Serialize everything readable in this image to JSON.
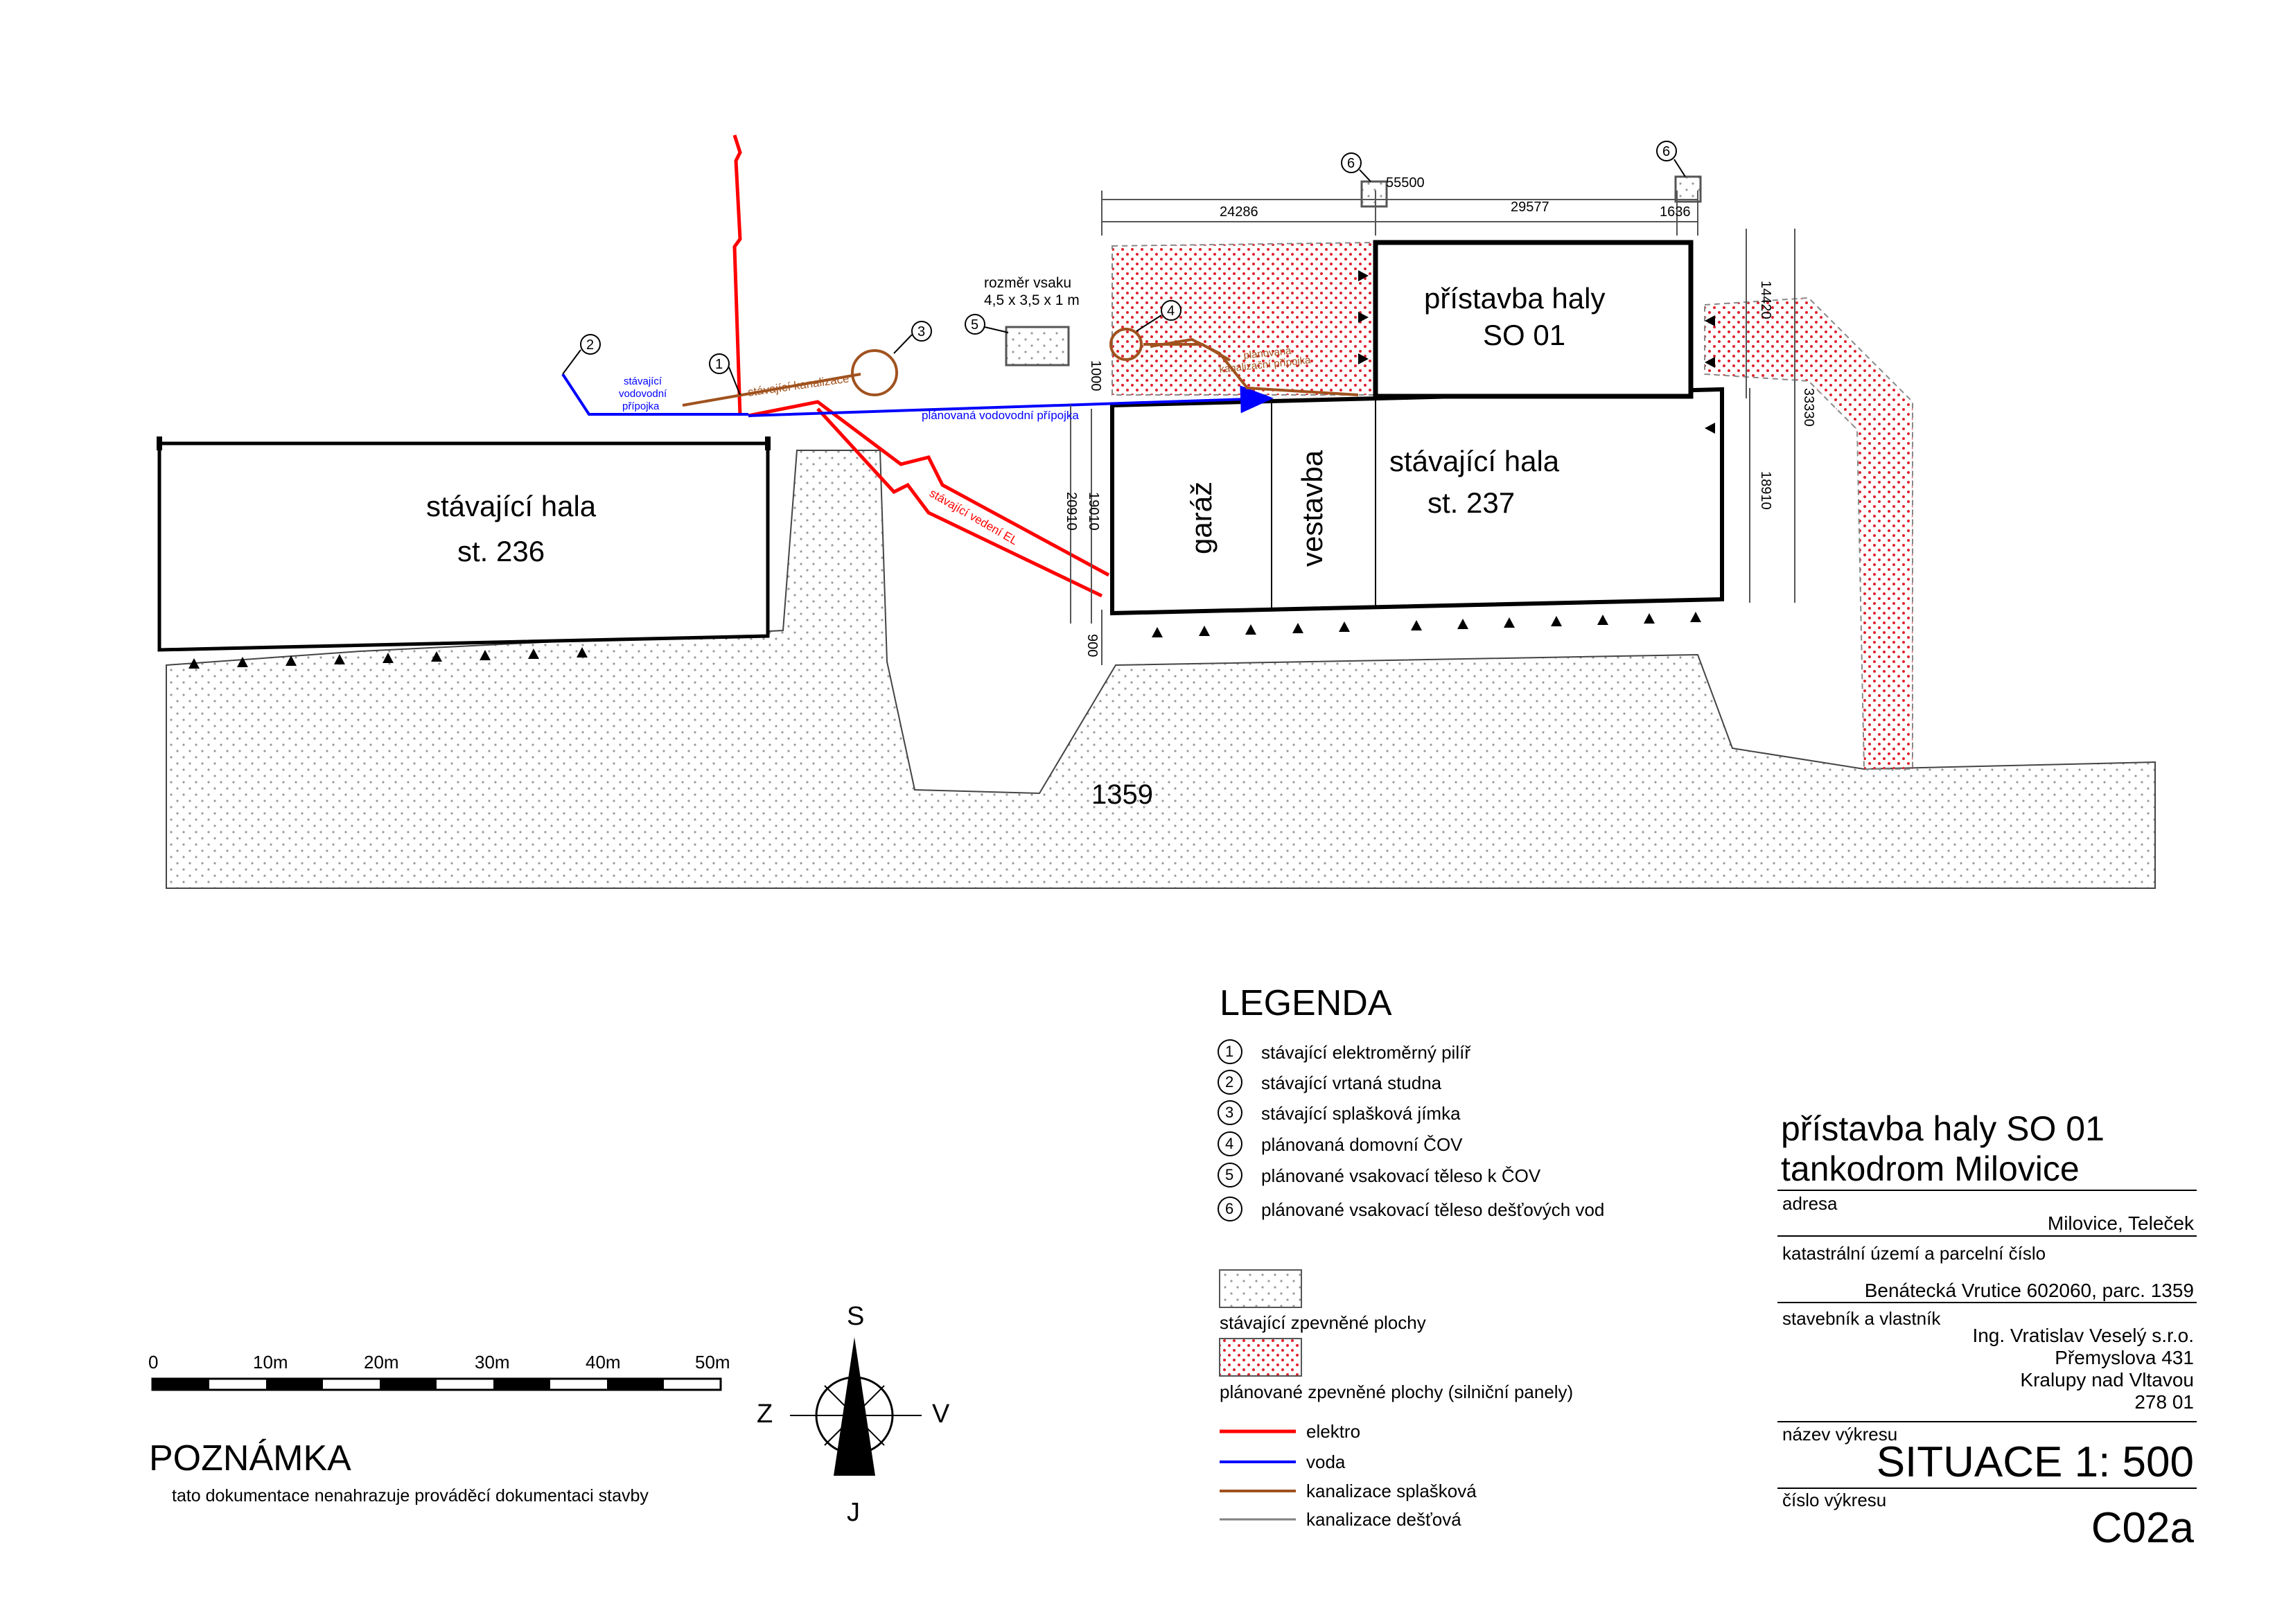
{
  "buildings": {
    "hala236": {
      "line1": "stávající hala",
      "line2": "st. 236"
    },
    "hala237": {
      "line1": "stávající hala",
      "line2": "st. 237"
    },
    "garaz": "garáž",
    "vestavba": "vestavba",
    "pristavba": {
      "line1": "přístavba haly",
      "line2": "SO 01"
    }
  },
  "parcel_number": "1359",
  "site_labels": {
    "rozmer_vsaku_1": "rozměr vsaku",
    "rozmer_vsaku_2": "4,5 x 3,5 x 1 m",
    "stavajici_kanalizace": "stávající kanalizace",
    "stavajici_vodovodni_1": "stávající",
    "stavajici_vodovodni_2": "vodovodní",
    "stavajici_vodovodni_3": "přípojka",
    "planovana_vodovodni": "plánovaná vodovodní přípojka",
    "planovana_kanalizacni_1": "plánovaná",
    "planovana_kanalizacni_2": "kanalizační přípojka",
    "stavajici_vedeni_el": "stávající vedení EL"
  },
  "markers": [
    "1",
    "2",
    "3",
    "4",
    "5",
    "6",
    "6"
  ],
  "dimensions": {
    "d55500": "55500",
    "d24286": "24286",
    "d29577": "29577",
    "d1636": "1636",
    "d14420": "14420",
    "d33330": "33330",
    "d18910_right": "18910",
    "d1000": "1000",
    "d20910": "20910",
    "d19010": "19010",
    "d900": "900"
  },
  "legend": {
    "title": "LEGENDA",
    "items": [
      {
        "num": "1",
        "text": "stávající elektroměrný pilíř"
      },
      {
        "num": "2",
        "text": "stávající vrtaná studna"
      },
      {
        "num": "3",
        "text": "stávající splašková jímka"
      },
      {
        "num": "4",
        "text": "plánovaná domovní ČOV"
      },
      {
        "num": "5",
        "text": "plánované vsakovací těleso k ČOV"
      },
      {
        "num": "6",
        "text": "plánované vsakovací těleso dešťových vod"
      }
    ],
    "hatch_existing": "stávající zpevněné plochy",
    "hatch_planned": "plánované zpevněné plochy (silniční panely)",
    "lines": [
      {
        "label": "elektro",
        "color": "#ff0000"
      },
      {
        "label": "voda",
        "color": "#0000ff"
      },
      {
        "label": "kanalizace splašková",
        "color": "#a0521e"
      },
      {
        "label": "kanalizace dešťová",
        "color": "#808080"
      }
    ]
  },
  "scale_bar": {
    "labels": [
      "0",
      "10m",
      "20m",
      "30m",
      "40m",
      "50m"
    ]
  },
  "compass": {
    "north": "S",
    "south": "J",
    "west": "Z",
    "east": "V"
  },
  "note": {
    "title": "POZNÁMKA",
    "text": "tato dokumentace nenahrazuje prováděcí dokumentaci stavby"
  },
  "title_block": {
    "project_line1": "přístavba haly SO 01",
    "project_line2": "tankodrom Milovice",
    "adresa_label": "adresa",
    "adresa_value": "Milovice, Teleček",
    "katastr_label": "katastrální území a parcelní číslo",
    "katastr_value": "Benátecká Vrutice 602060, parc. 1359",
    "stavebnik_label": "stavebník a vlastník",
    "stavebnik_lines": [
      "Ing. Vratislav Veselý s.r.o.",
      "Přemyslova 431",
      "Kralupy nad Vltavou",
      "278 01"
    ],
    "nazev_label": "název výkresu",
    "nazev_value": "SITUACE 1: 500",
    "cislo_label": "číslo výkresu",
    "cislo_value": "C02a"
  },
  "colors": {
    "elektro": "#ff0000",
    "voda": "#0000ff",
    "kanalizace": "#a0521e",
    "destova": "#808080",
    "hatch_dot": "#9a9a9a",
    "hatch_red": "#e0202a"
  }
}
